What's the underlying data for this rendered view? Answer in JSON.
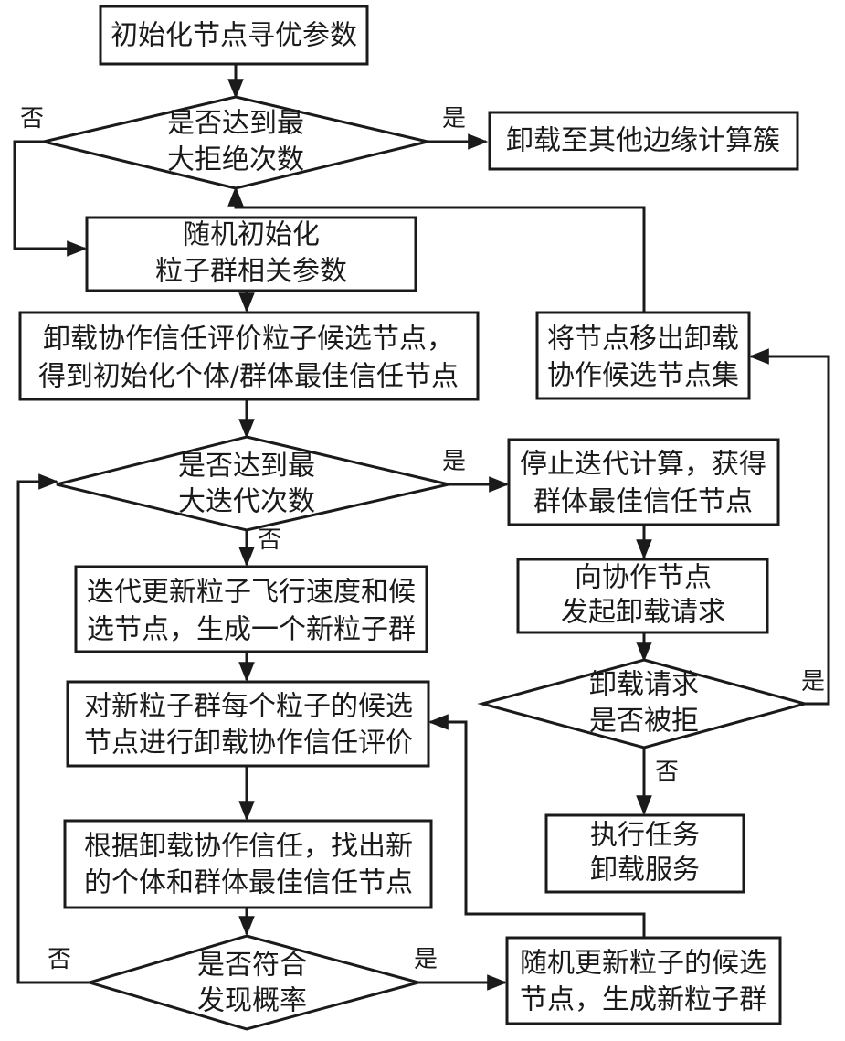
{
  "nodes": {
    "init_params": [
      "初始化节点寻优参数"
    ],
    "max_reject": [
      "是否达到最",
      "大拒绝次数"
    ],
    "offload_other": [
      "卸载至其他边缘计算簇"
    ],
    "random_init": [
      "随机初始化",
      "粒子群相关参数"
    ],
    "evaluate_init": [
      "卸载协作信任评价粒子候选节点，",
      "得到初始化个体/群体最佳信任节点"
    ],
    "remove_node": [
      "将节点移出卸载",
      "协作候选节点集"
    ],
    "max_iter": [
      "是否达到最",
      "大迭代次数"
    ],
    "stop_iter": [
      "停止迭代计算，获得",
      "群体最佳信任节点"
    ],
    "update_particles": [
      "迭代更新粒子飞行速度和候",
      "选节点，生成一个新粒子群"
    ],
    "send_request": [
      "向协作节点",
      "发起卸载请求"
    ],
    "evaluate_new": [
      "对新粒子群每个粒子的候选",
      "节点进行卸载协作信任评价"
    ],
    "request_rejected": [
      "卸载请求",
      "是否被拒"
    ],
    "find_best": [
      "根据卸载协作信任，找出新",
      "的个体和群体最佳信任节点"
    ],
    "execute_task": [
      "执行任务",
      "卸载服务"
    ],
    "discovery_prob": [
      "是否符合",
      "发现概率"
    ],
    "random_update": [
      "随机更新粒子的候选",
      "节点，生成新粒子群"
    ]
  },
  "edge_labels": {
    "yes": "是",
    "no": "否"
  }
}
